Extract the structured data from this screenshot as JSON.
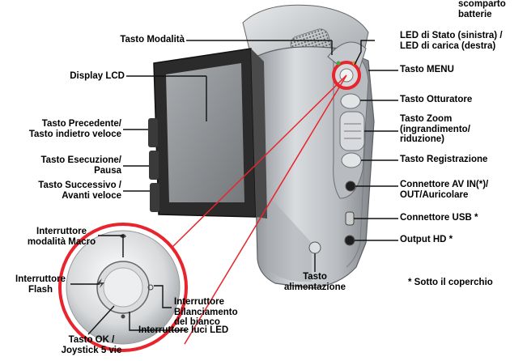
{
  "labels": {
    "top_clip": "scomparto batterie",
    "mode_button": "Tasto Modalità",
    "lcd_display": "Display LCD",
    "prev_button": "Tasto Precedente/\nTasto indietro veloce",
    "play_button": "Tasto Esecuzione/\nPausa",
    "next_button": "Tasto Successivo /\nAvanti veloce",
    "macro_switch": "Interruttore\nmodalità Macro",
    "flash_switch": "Interruttore\nFlash",
    "ok_joystick": "Tasto OK /\nJoystick 5 vie",
    "led_light_switch": "Interruttore luci LED",
    "white_balance_switch": "Interruttore\nBilanciamento\ndel bianco",
    "power_button": "Tasto\nalimentazione",
    "status_led": "LED di Stato (sinistra) /\nLED di carica (destra)",
    "menu_button": "Tasto MENU",
    "shutter_button": "Tasto Otturatore",
    "zoom_button": "Tasto Zoom\n(ingrandimento/\nriduzione)",
    "record_button": "Tasto Registrazione",
    "av_connector": "Connettore AV IN(*)/\nOUT/Auricolare",
    "usb_connector": "Connettore USB *",
    "hd_output": "Output HD *",
    "footnote": "* Sotto il coperchio"
  },
  "colors": {
    "accent_red": "#e8242c",
    "body_silver": "#c9ccd0",
    "lcd_frame": "#2b2b2b",
    "lcd_screen": "#8f9396"
  }
}
